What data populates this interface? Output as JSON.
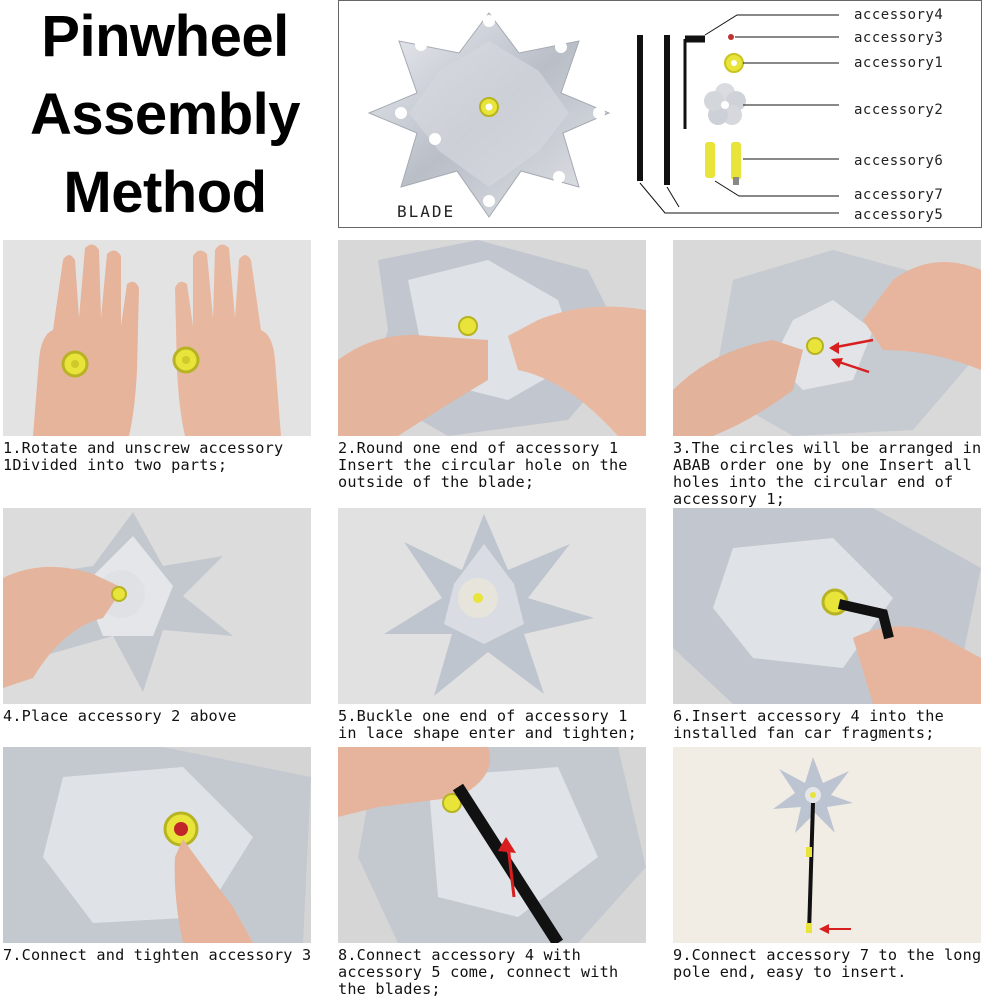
{
  "title": {
    "line1": "Pinwheel",
    "line2": "Assembly",
    "line3": "Method"
  },
  "parts_panel": {
    "blade_label": "BLADE",
    "accessories": [
      "accessory4",
      "accessory3",
      "accessory1",
      "accessory2",
      "accessory6",
      "accessory7",
      "accessory5"
    ]
  },
  "steps": [
    {
      "caption": "1.Rotate and unscrew accessory 1Divided into two parts;"
    },
    {
      "caption": "2.Round one end of accessory 1 Insert the circular hole on the outside of the blade;"
    },
    {
      "caption": "3.The circles will be arranged in ABAB order one by one Insert all holes into the circular end of accessory 1;"
    },
    {
      "caption": "4.Place accessory 2 above"
    },
    {
      "caption": "5.Buckle one end of accessory 1 in lace shape enter and tighten;"
    },
    {
      "caption": "6.Insert accessory 4 into the installed fan car fragments;"
    },
    {
      "caption": "7.Connect and tighten accessory 3"
    },
    {
      "caption": "8.Connect accessory 4 with accessory 5 come, connect with the blades;"
    },
    {
      "caption": "9.Connect accessory 7 to the long pole end, easy to insert."
    }
  ],
  "colors": {
    "accent_yellow": "#e8e43a",
    "arrow_red": "#d81e1e",
    "silver": "#c9cdd4",
    "skin": "#e9b9a0"
  }
}
